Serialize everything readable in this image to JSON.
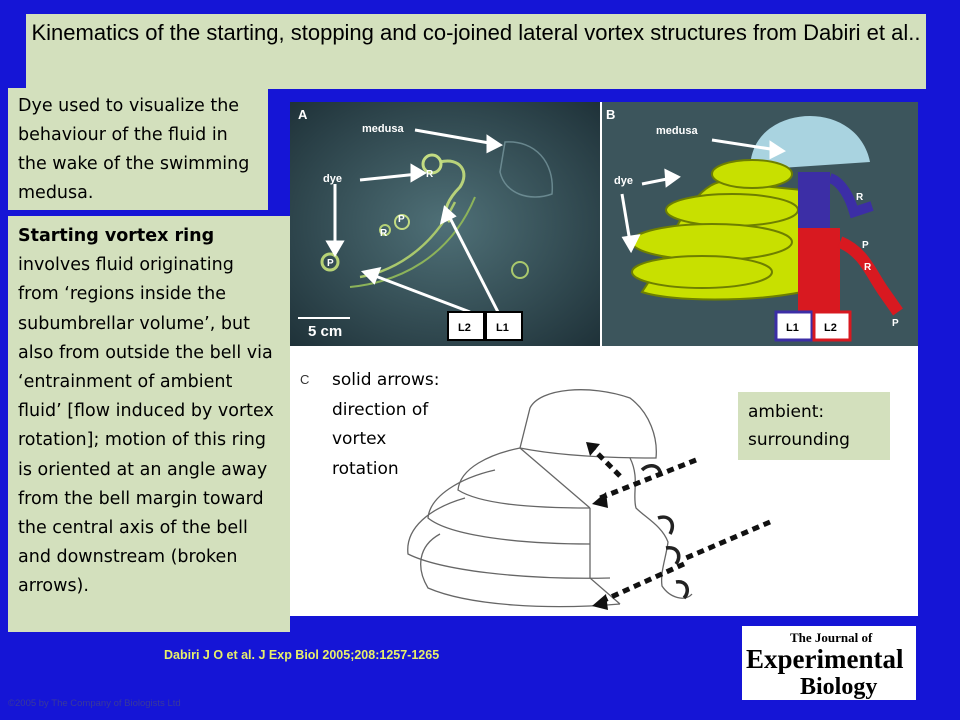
{
  "title": "Kinematics of the starting, stopping and co-joined lateral vortex structures from Dabiri et al..",
  "dye_note": "Dye used to visualize the behaviour of the fluid in the wake of the swimming medusa.",
  "starting_vortex": {
    "bold_lead": "Starting vortex ring",
    "body": " involves fluid originating from ‘regions inside the subumbrellar volume’, but also from outside the bell via ‘entrainment of ambient fluid’ [flow induced by vortex rotation]; motion of this ring is oriented at an angle away from the bell margin toward the central axis of the bell and downstream (broken arrows)."
  },
  "solid_arrows_note": "solid arrows: direction of vortex rotation",
  "ambient_note": "ambient: surrounding",
  "figure": {
    "panel_a": {
      "letter": "A",
      "medusa": "medusa",
      "dye": "dye",
      "r_label": "R",
      "p_label": "P",
      "scale": "5 cm",
      "l2": "L2",
      "l1": "L1"
    },
    "panel_b": {
      "letter": "B",
      "medusa": "medusa",
      "dye": "dye",
      "r_label": "R",
      "p_label": "P",
      "l1": "L1",
      "l2": "L2"
    },
    "panel_c": {
      "letter": "C"
    }
  },
  "citation": "Dabiri J O et al. J Exp Biol 2005;208:1257-1265",
  "copyright": "©2005 by The Company of Biologists Ltd",
  "journal_logo": {
    "line1": "The Journal of",
    "line2": "Experimental",
    "line3": "Biology"
  },
  "colors": {
    "background": "#1515d6",
    "box": "#d3e0bd",
    "citation": "#e8f06a"
  }
}
